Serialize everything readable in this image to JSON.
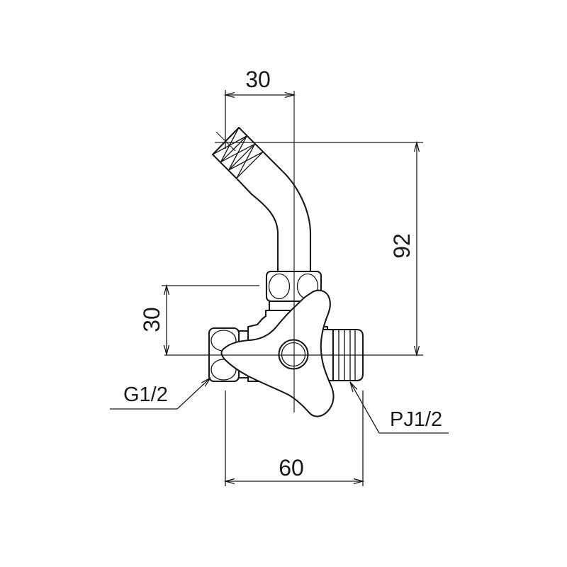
{
  "drawing": {
    "type": "technical-dimension-drawing",
    "subject": "angled-stop-valve-with-cross-handle",
    "colors": {
      "ink": "#1a1a1a",
      "background": "#ffffff"
    },
    "dimensions": {
      "spout_offset": {
        "value": "30"
      },
      "overall_height": {
        "value": "92"
      },
      "inlet_offset": {
        "value": "30"
      },
      "body_width": {
        "value": "60"
      }
    },
    "labels": {
      "inlet_thread": {
        "text": "G1/2"
      },
      "outlet_thread": {
        "text": "PJ1/2"
      }
    }
  }
}
